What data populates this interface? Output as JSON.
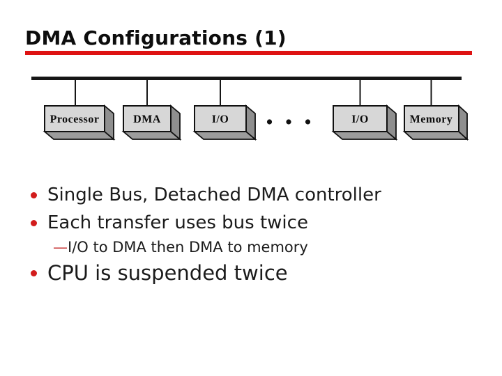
{
  "slide": {
    "title": "DMA Configurations (1)"
  },
  "colors": {
    "accent_rule_red": "#de1212",
    "bullet_red": "#d21c1c",
    "box_face_gray": "#d7d7d7",
    "box_side_gray": "#8f8f8f",
    "box_bottom_gray": "#9c9c9c",
    "bus_black": "#161616",
    "body_text": "#1b1b1b"
  },
  "diagram": {
    "boxes": [
      {
        "label": "Processor"
      },
      {
        "label": "DMA"
      },
      {
        "label": "I/O"
      },
      {
        "label": "I/O"
      },
      {
        "label": "Memory"
      }
    ],
    "ellipsis_dots": 3
  },
  "bullets": [
    {
      "level": 1,
      "marker": "•",
      "text": "Single Bus, Detached DMA controller"
    },
    {
      "level": 1,
      "marker": "•",
      "text": "Each transfer uses bus twice"
    },
    {
      "level": 2,
      "marker": "—",
      "text": "I/O to DMA then DMA to memory"
    },
    {
      "level": 1,
      "marker": "•",
      "text": "CPU is suspended twice"
    }
  ]
}
